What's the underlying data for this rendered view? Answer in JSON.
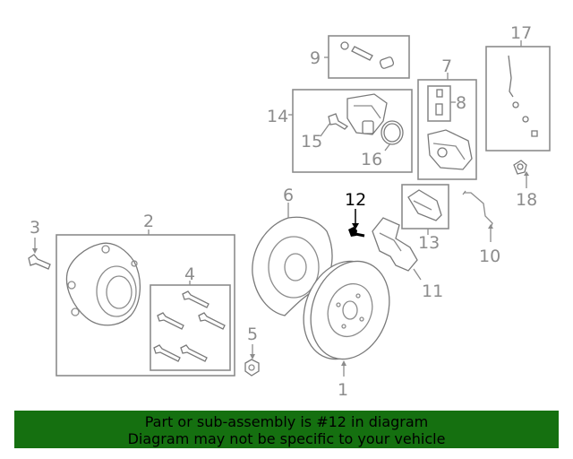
{
  "diagram": {
    "callouts": {
      "c1": "1",
      "c2": "2",
      "c3": "3",
      "c4": "4",
      "c5": "5",
      "c6": "6",
      "c7": "7",
      "c8": "8",
      "c9": "9",
      "c10": "10",
      "c11": "11",
      "c12": "12",
      "c13": "13",
      "c14": "14",
      "c15": "15",
      "c16": "16",
      "c17": "17",
      "c18": "18"
    },
    "highlight_color": "#000000",
    "line_color": "#8c8c8c"
  },
  "banner": {
    "line1": "Part or sub-assembly is #12 in diagram",
    "line2": "Diagram may not be specific to your vehicle",
    "background": "#157010"
  }
}
